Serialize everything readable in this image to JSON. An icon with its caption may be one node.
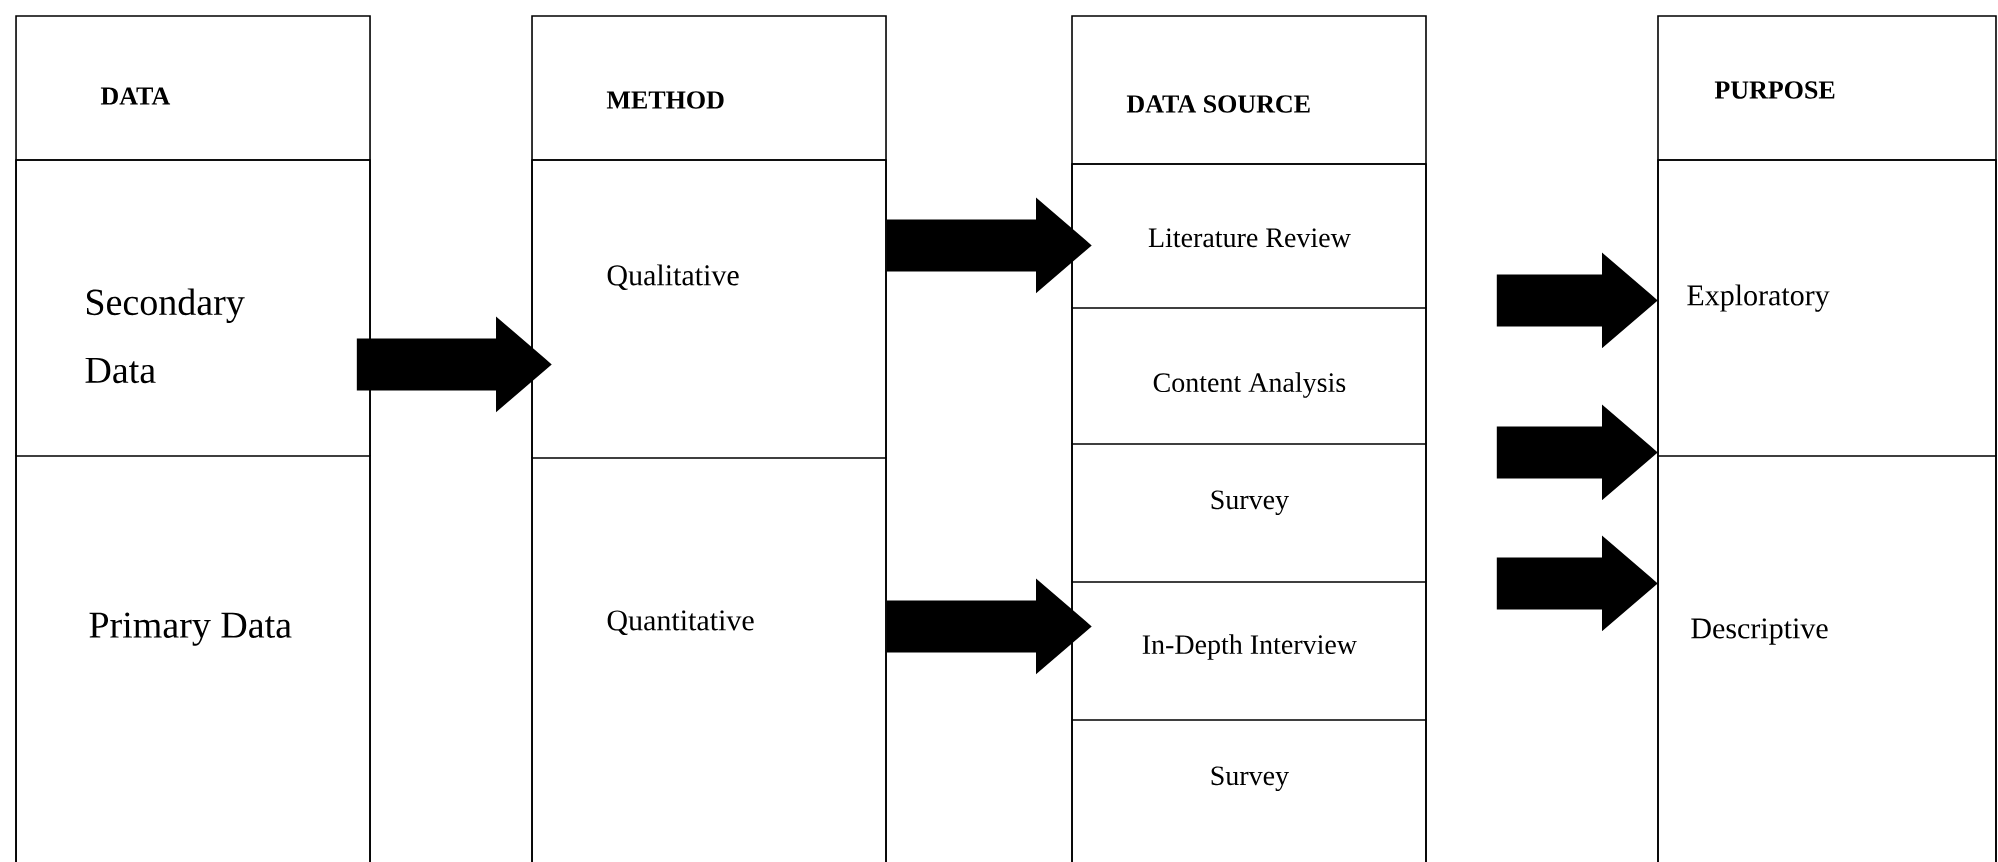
{
  "diagram": {
    "nodes": [
      {
        "text": [
          "DATA"
        ]
      },
      {
        "text": [
          "Secondary Data"
        ],
        "in": 0
      },
      {
        "text": [
          "Primary Data"
        ],
        "in": 0
      },
      {
        "text": [
          "METHOD"
        ]
      },
      {
        "text": [
          "Qualitative"
        ],
        "in": 3
      },
      {
        "text": [
          "Quantitative"
        ],
        "in": 3
      },
      {
        "text": [
          "DATA SOURCE"
        ]
      },
      {
        "text": [
          "Literature Review"
        ],
        "in": 6
      },
      {
        "text": [
          "Content Analysis"
        ],
        "in": 6
      },
      {
        "text": [
          "Survey"
        ],
        "in": 6
      },
      {
        "text": [
          "In-Depth Interview"
        ],
        "in": 6
      },
      {
        "text": [
          "Survey"
        ],
        "in": 6
      },
      {
        "text": [
          "PURPOSE"
        ]
      },
      {
        "text": [
          "Exploratory"
        ],
        "in": 12
      },
      {
        "text": [
          "Descriptive"
        ],
        "in": 12
      }
    ],
    "edges": [
      {
        "from": 1,
        "to": 4,
        "arrow": "to"
      },
      {
        "from": 4,
        "to": 7,
        "arrow": "to"
      },
      {
        "from": 5,
        "to": 10,
        "arrow": "to"
      },
      {
        "from": 7,
        "to": 13,
        "arrow": "to"
      },
      {
        "from": 8,
        "to": 13,
        "arrow": "to"
      },
      {
        "from": 9,
        "to": 14,
        "arrow": "to"
      }
    ]
  }
}
